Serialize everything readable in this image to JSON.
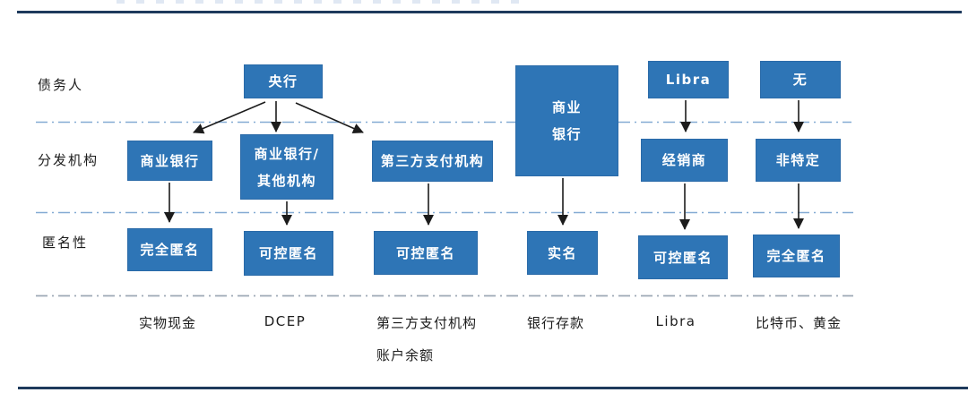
{
  "diagram": {
    "row_labels": {
      "debtor": "债务人",
      "distributor": "分发机构",
      "anonymity": "匿名性"
    },
    "boxes": {
      "central_bank": "央行",
      "commercial_bank_span_line1": "商业",
      "commercial_bank_span_line2": "银行",
      "libra_issuer": "Libra",
      "none": "无",
      "commercial_bank": "商业银行",
      "commercial_bank_other_line1": "商业银行/",
      "commercial_bank_other_line2": "其他机构",
      "third_party_payment": "第三方支付机构",
      "dealer": "经销商",
      "non_specific": "非特定",
      "fully_anonymous_cash": "完全匿名",
      "controllable_anonymous_dcep": "可控匿名",
      "controllable_anonymous_third_party": "可控匿名",
      "real_name": "实名",
      "controllable_anonymous_libra": "可控匿名",
      "fully_anonymous_crypto": "完全匿名"
    },
    "column_labels": {
      "cash": "实物现金",
      "dcep": "DCEP",
      "third_party_line1": "第三方支付机构",
      "third_party_line2": "账户余额",
      "bank_deposit": "银行存款",
      "libra": "Libra",
      "crypto": "比特币、黄金"
    },
    "colors": {
      "box_fill": "#2E75B6",
      "box_text": "#FFFFFF",
      "divider_blue": "#84ABD3",
      "divider_gray": "#9DA9B5",
      "rule_navy": "#1E3A5C",
      "arrow_black": "#1c1c1c"
    }
  }
}
